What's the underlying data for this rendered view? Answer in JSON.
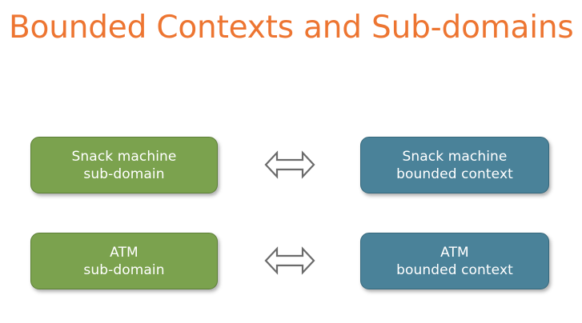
{
  "slide": {
    "title": "Bounded Contexts and Sub-domains",
    "background_color": "#ffffff",
    "title_color": "#ED7531"
  },
  "colors": {
    "title_orange": "#ED7531",
    "subdomain_green_fill": "#7BA24E",
    "subdomain_green_border": "#5C7F37",
    "context_teal_fill": "#4A8299",
    "context_teal_border": "#36687C",
    "arrow_stroke": "#6B6B6B",
    "node_text": "#ffffff"
  },
  "diagram": {
    "type": "mapping",
    "rows": [
      {
        "left": {
          "line1": "Snack machine",
          "line2": "sub-domain",
          "kind": "sub-domain",
          "fill": "#7BA24E"
        },
        "connector": {
          "icon": "double-arrow-left-right-icon",
          "label": "corresponds to"
        },
        "right": {
          "line1": "Snack machine",
          "line2": "bounded context",
          "kind": "bounded-context",
          "fill": "#4A8299"
        }
      },
      {
        "left": {
          "line1": "ATM",
          "line2": "sub-domain",
          "kind": "sub-domain",
          "fill": "#7BA24E"
        },
        "connector": {
          "icon": "double-arrow-left-right-icon",
          "label": "corresponds to"
        },
        "right": {
          "line1": "ATM",
          "line2": "bounded context",
          "kind": "bounded-context",
          "fill": "#4A8299"
        }
      }
    ]
  }
}
